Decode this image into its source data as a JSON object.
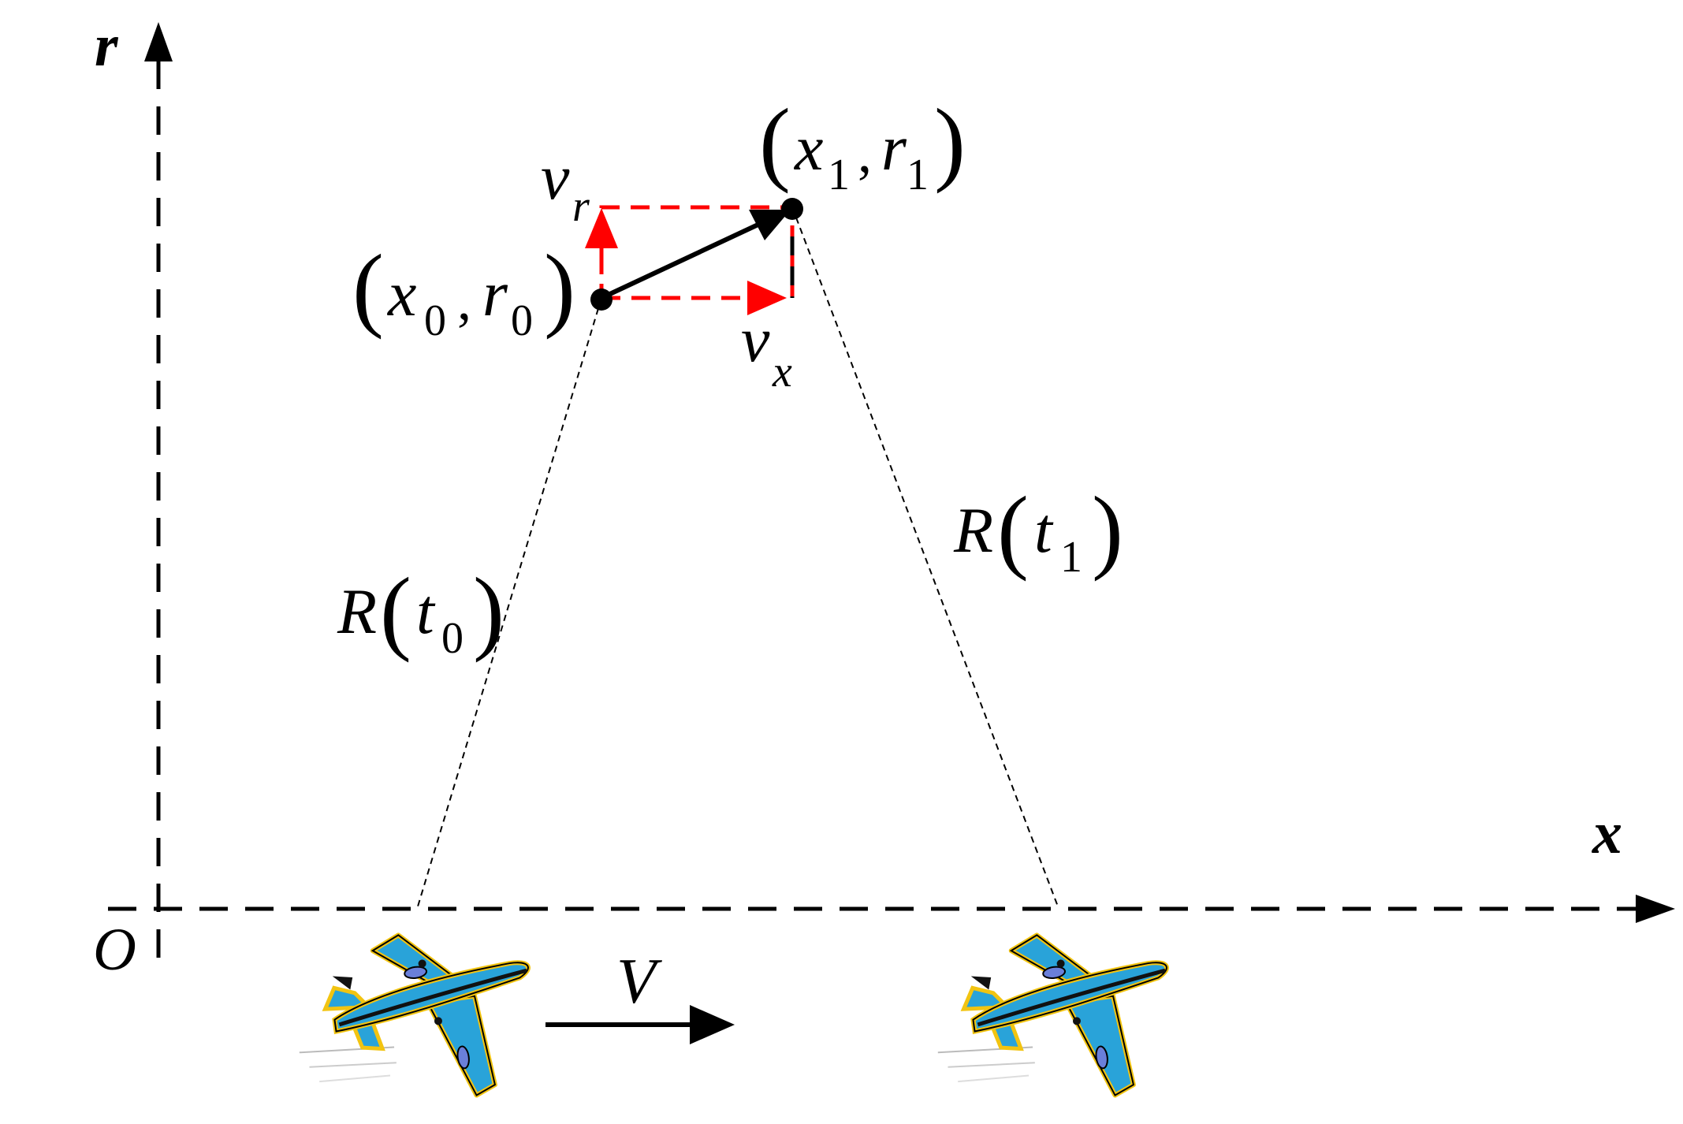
{
  "axes": {
    "vertical_label": "r",
    "horizontal_label": "x",
    "origin_label": "O"
  },
  "points": {
    "start": {
      "x_sym": "x",
      "x_sub": "0",
      "r_sym": "r",
      "r_sub": "0",
      "separator": ","
    },
    "end": {
      "x_sym": "x",
      "x_sub": "1",
      "r_sym": "r",
      "r_sub": "1",
      "separator": ","
    }
  },
  "velocity": {
    "radial": {
      "sym": "v",
      "sub": "r"
    },
    "along": {
      "sym": "v",
      "sub": "x"
    },
    "platform": "V"
  },
  "ranges": {
    "first": {
      "sym": "R",
      "arg": "t",
      "sub": "0"
    },
    "second": {
      "sym": "R",
      "arg": "t",
      "sub": "1"
    }
  },
  "colors": {
    "axis": "#000000",
    "decomposition": "#ff0000",
    "aircraft_body": "#29a3d9",
    "aircraft_trim": "#f2c411"
  },
  "icons": {
    "aircraft": "airplane-icon"
  }
}
